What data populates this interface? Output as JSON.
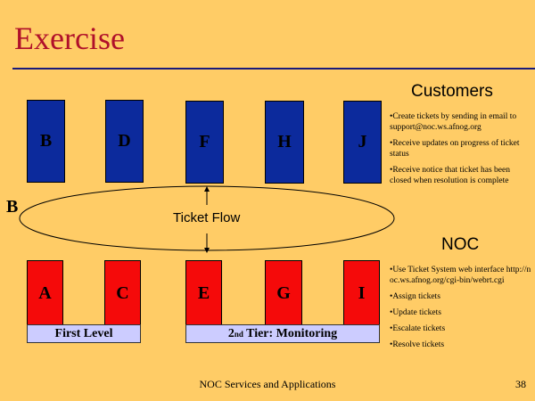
{
  "title": "Exercise",
  "side_label": "B",
  "customers": {
    "heading": "Customers",
    "bullets": [
      "•Create tickets by sending in email to support@noc.ws.afnog.org",
      "•Receive updates on progress of ticket status",
      "•Receive notice that ticket has been closed when resolution is complete"
    ]
  },
  "noc": {
    "heading": "NOC",
    "bullets": [
      "•Use  Ticket System web interface http://noc.ws.afnog.org/cgi-bin/webrt.cgi",
      "•Assign tickets",
      "•Update tickets",
      "•Escalate tickets",
      "•Resolve tickets"
    ]
  },
  "customer_boxes": [
    "B",
    "D",
    "F",
    "H",
    "J"
  ],
  "noc_boxes": [
    "A",
    "C",
    "E",
    "G",
    "I"
  ],
  "flow_label": "Ticket Flow",
  "first_level": "First Level",
  "second_tier": {
    "main": "2",
    "sup": "nd",
    "rest": " Tier: Monitoring"
  },
  "footer": "NOC Services and Applications",
  "page_number": "38",
  "colors": {
    "background": "#FFCC66",
    "customer": "#0C2A9C",
    "noc": "#F50A0A",
    "tier": "#CCCCFF",
    "title": "#B0102A"
  }
}
